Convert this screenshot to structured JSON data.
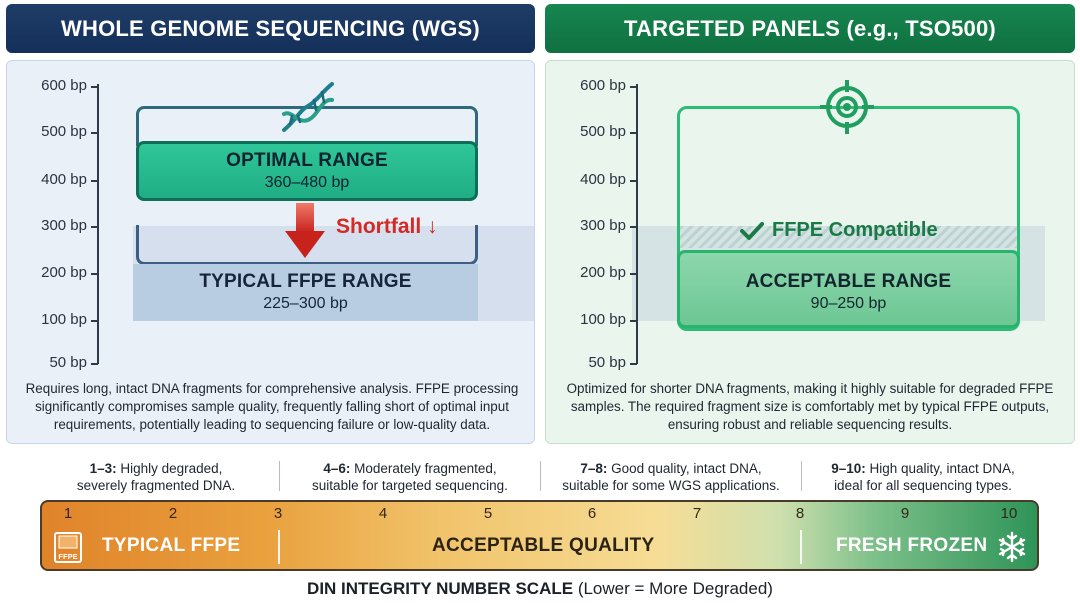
{
  "wgs": {
    "header": "WHOLE GENOME SEQUENCING (WGS)",
    "axis_ticks": [
      "600 bp",
      "500 bp",
      "400 bp",
      "300 bp",
      "200 bp",
      "100 bp",
      "50 bp"
    ],
    "optimal_title": "OPTIMAL RANGE",
    "optimal_range": "360–480 bp",
    "shortfall": "Shortfall",
    "ffpe_title": "TYPICAL FFPE RANGE",
    "ffpe_range": "225–300 bp",
    "description": "Requires long, intact DNA fragments for comprehensive analysis. FFPE processing significantly compromises sample quality, frequently falling short of optimal input requirements, potentially leading to sequencing failure or low-quality data.",
    "icon": "dna-icon"
  },
  "tso": {
    "header": "TARGETED PANELS (e.g., TSO500)",
    "axis_ticks": [
      "600 bp",
      "500 bp",
      "400 bp",
      "300 bp",
      "200 bp",
      "100 bp",
      "50 bp"
    ],
    "compatible": "FFPE Compatible",
    "accept_title": "ACCEPTABLE RANGE",
    "accept_range": "90–250 bp",
    "description": "Optimized for shorter DNA fragments, making it highly suitable for degraded FFPE samples. The required fragment size is comfortably met by typical FFPE outputs, ensuring robust and reliable sequencing results.",
    "icon": "target-icon"
  },
  "din_notes": [
    {
      "range": "1–3:",
      "line1": " Highly degraded,",
      "line2": "severely fragmented DNA."
    },
    {
      "range": "4–6:",
      "line1": " Moderately fragmented,",
      "line2": "suitable for targeted sequencing."
    },
    {
      "range": "7–8:",
      "line1": " Good quality, intact DNA,",
      "line2": "suitable for some WGS applications."
    },
    {
      "range": "9–10:",
      "line1": " High quality, intact DNA,",
      "line2": "ideal for all sequencing types."
    }
  ],
  "scale": {
    "numbers": [
      "1",
      "2",
      "3",
      "4",
      "5",
      "6",
      "7",
      "8",
      "9",
      "10"
    ],
    "low_label": "TYPICAL FFPE",
    "mid_label": "ACCEPTABLE QUALITY",
    "high_label": "FRESH FROZEN",
    "ffpe_icon_text": "FFPE"
  },
  "caption": {
    "bold": "DIN INTEGRITY NUMBER SCALE",
    "rest": " (Lower = More Degraded)"
  },
  "colors": {
    "wgs_header": "#1a3760",
    "tso_header": "#137a47",
    "optimal": "#26b88c",
    "shortfall": "#d22a24",
    "acceptable": "#7fcfa0"
  }
}
